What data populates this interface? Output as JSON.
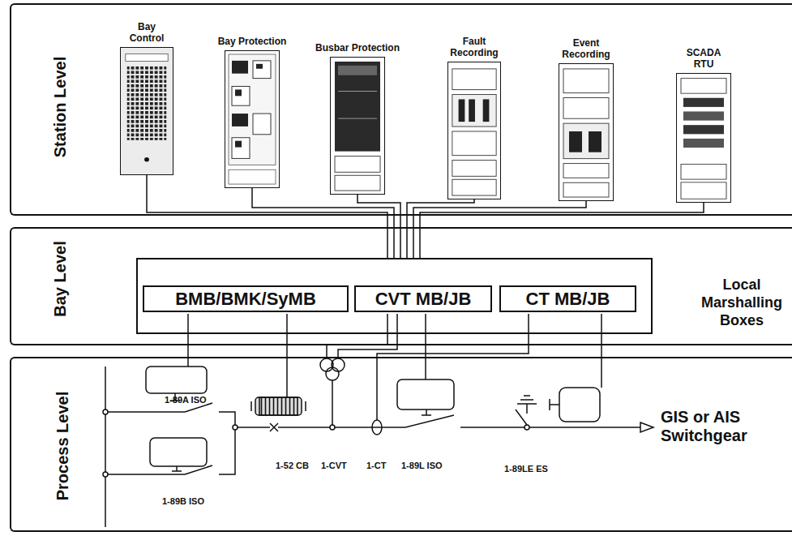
{
  "diagram": {
    "nodes": [
      {
        "text": [
          "Station Level"
        ]
      },
      {
        "text": [
          "Bay Control"
        ],
        "in": 0
      },
      {
        "text": [
          "Bay Protection"
        ],
        "in": 0
      },
      {
        "text": [
          "Busbar Protection"
        ],
        "in": 0
      },
      {
        "text": [
          "Fault Recording"
        ],
        "in": 0
      },
      {
        "text": [
          "Event Recording"
        ],
        "in": 0
      },
      {
        "text": [
          "SCADA RTU"
        ],
        "in": 0
      },
      {
        "text": [
          "Bay Level"
        ]
      },
      {
        "text": [
          "Local Marshalling Boxes"
        ],
        "in": 7
      },
      {
        "text": [
          "BMB/BMK/SyMB"
        ],
        "in": 8
      },
      {
        "text": [
          "CVT MB/JB"
        ],
        "in": 8
      },
      {
        "text": [
          "CT MB/JB"
        ],
        "in": 8
      },
      {
        "text": [
          "Process Level"
        ]
      }
    ],
    "edges": [
      {
        "from": 1,
        "to": 8,
        "arrow": "none"
      },
      {
        "from": 2,
        "to": 8,
        "arrow": "none"
      },
      {
        "from": 3,
        "to": 8,
        "arrow": "none"
      },
      {
        "from": 4,
        "to": 8,
        "arrow": "none"
      },
      {
        "from": 5,
        "to": 8,
        "arrow": "none"
      },
      {
        "from": 6,
        "to": 8,
        "arrow": "none"
      }
    ],
    "labels": [
      "1-89A ISO",
      "1-89B ISO",
      "1-52 CB",
      "1-CVT",
      "1-CT",
      "1-89L ISO",
      "1-89LE ES",
      "GIS or AIS Switchgear"
    ]
  }
}
